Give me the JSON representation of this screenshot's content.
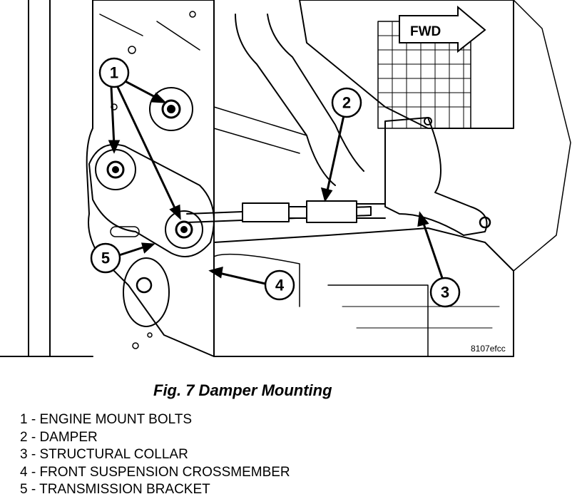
{
  "figure": {
    "code": "8107efcc",
    "caption": "Fig. 7 Damper Mounting",
    "direction_label": "FWD"
  },
  "callouts": [
    "1",
    "2",
    "3",
    "4",
    "5"
  ],
  "legend": [
    "1 - ENGINE MOUNT BOLTS",
    "2 - DAMPER",
    "3 - STRUCTURAL COLLAR",
    "4 - FRONT SUSPENSION CROSSMEMBER",
    "5 - TRANSMISSION BRACKET"
  ]
}
